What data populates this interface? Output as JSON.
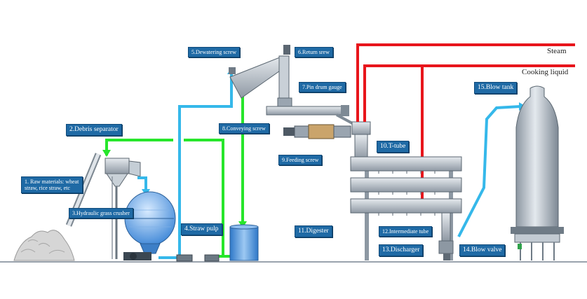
{
  "labels": {
    "raw_materials": "1. Raw materials: wheat straw, rice straw, etc",
    "debris_separator": "2.Debris separator",
    "hydraulic_grass_crusher": "3.Hydraulic grass crusher",
    "straw_pulp": "4.Straw pulp",
    "dewatering_screw": "5.Dewatering screw",
    "return_screw": "6.Return srew",
    "pin_drum_gauge": "7.Pin drum gauge",
    "conveying_screw": "8.Conveying screw",
    "feeding_screw": "9.Feeding screw",
    "t_tube": "10.T-tube",
    "digester": "11.Digester",
    "intermediate_tube": "12.Intermediate tube",
    "discharger": "13.Discharger",
    "blow_valve": "14.Blow valve",
    "blow_tank": "15.Blow tank",
    "steam": "Steam",
    "cooking_liquid": "Cooking liquid"
  },
  "colors": {
    "label_bg": "#1f6aa5",
    "steam_line": "#e8151b",
    "water_line": "#35b8ea",
    "pulp_line": "#27e62b",
    "equipment_gray": "#b9c2cc",
    "equipment_blue": "#5f9fe0"
  }
}
